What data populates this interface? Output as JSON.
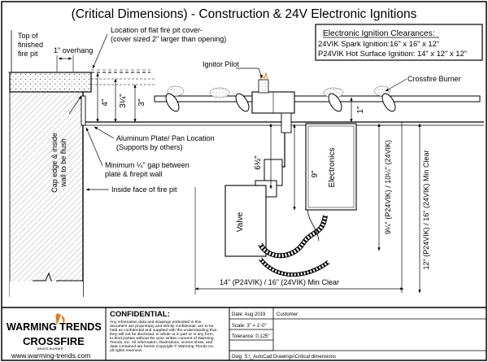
{
  "title": "(Critical Dimensions) - Construction & 24V Electronic Ignitions",
  "clearances": {
    "heading": "Electronic Ignition Clearances:",
    "line1": "24VIK Spark Ignition:16\" x 16\" x 12\"",
    "line2": "P24VIK Hot Surface Ignition: 14\" x 12\" x 12\""
  },
  "labels": {
    "top_finished_1": "Top of",
    "top_finished_2": "finished",
    "top_finished_3": "fire pit",
    "overhang": "1\" overhang",
    "cover_1": "Location of flat fire pit cover-",
    "cover_2": "(cover sized 2\" larger than opening)",
    "ignitor_pilot": "Ignitor Pilot",
    "crossfire_burner": "Crossfire Burner",
    "aluminum_1": "Aluminum Plate/ Pan Location",
    "aluminum_2": "(Supports by others)",
    "gap_1": "Minimum ¼\" gap between",
    "gap_2": "plate & firepit wall",
    "inside_face": "Inside face of fire pit",
    "cap_1": "Cap edge & inside",
    "cap_2": "wall to be flush",
    "valve": "Valve",
    "electronics": "Electronics"
  },
  "dimensions": {
    "d4": "4\"",
    "d3_25": "3¼\"",
    "d3": "3\"",
    "d1": "1\"",
    "d6_5": "6½\"",
    "d9": "9\"",
    "d10_25": "9¼\" (P24VIK) / 10¼\" (24VIK)",
    "d12_16": "12\" (P24VIK) / 16\" (24VIK) Min Clear",
    "d14_16": "14\" (P24VIK) / 16\" (24VIK) Min Clear"
  },
  "footer": {
    "brand": "WARMING TRENDS",
    "brand_sub": "CROSSFIRE",
    "brand_sub_small": "BRASS BURNER",
    "website": "www.warming-trends.com",
    "confidential_title": "CONFIDENTIAL:",
    "confidential_lines": [
      "Any information data and drawings embodied in this",
      "document are proprietary and strictly confidential, are to be",
      "held as confidential and supplied with the understanding that",
      "they will not be disclosed, in whole or in part or in any form,",
      "to third parties without the prior written consent of Warming",
      "Trends, Inc. All information, illustrations, screen shots, and",
      "data contained are herein Copyright © Warming Trends Inc.",
      "all rights reserved."
    ],
    "date_label": "Date: Aug 2019",
    "customer_label": "Customer:",
    "scale_label": "Scale:  3\" = 1'-0\"",
    "tolerance_label": "Tolerance: 0.125\"",
    "dwg_label": "Dwg: S:\\_AutoCad Drawings\\Critical dimensions"
  },
  "colors": {
    "ink": "#000000",
    "paper": "#ffffff",
    "flame": "#e07a1f",
    "crossfire_red": "#c8202a",
    "gray": "#8a8a8a"
  }
}
